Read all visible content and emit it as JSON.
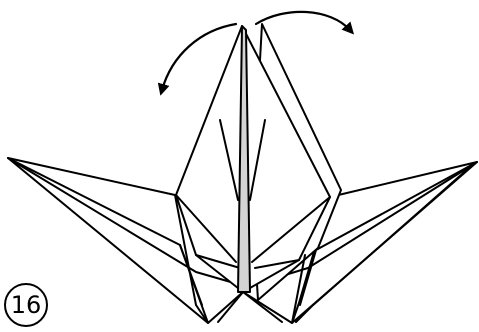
{
  "step": {
    "number": "16"
  },
  "diagram": {
    "subject": "origami crane",
    "paper_color": "#ffffff",
    "inner_layer_color": "#d4d4d4",
    "line_color": "#000000",
    "arrows": [
      {
        "name": "fold-left-arrow",
        "direction": "counter-clockwise"
      },
      {
        "name": "fold-right-arrow",
        "direction": "clockwise"
      }
    ]
  }
}
